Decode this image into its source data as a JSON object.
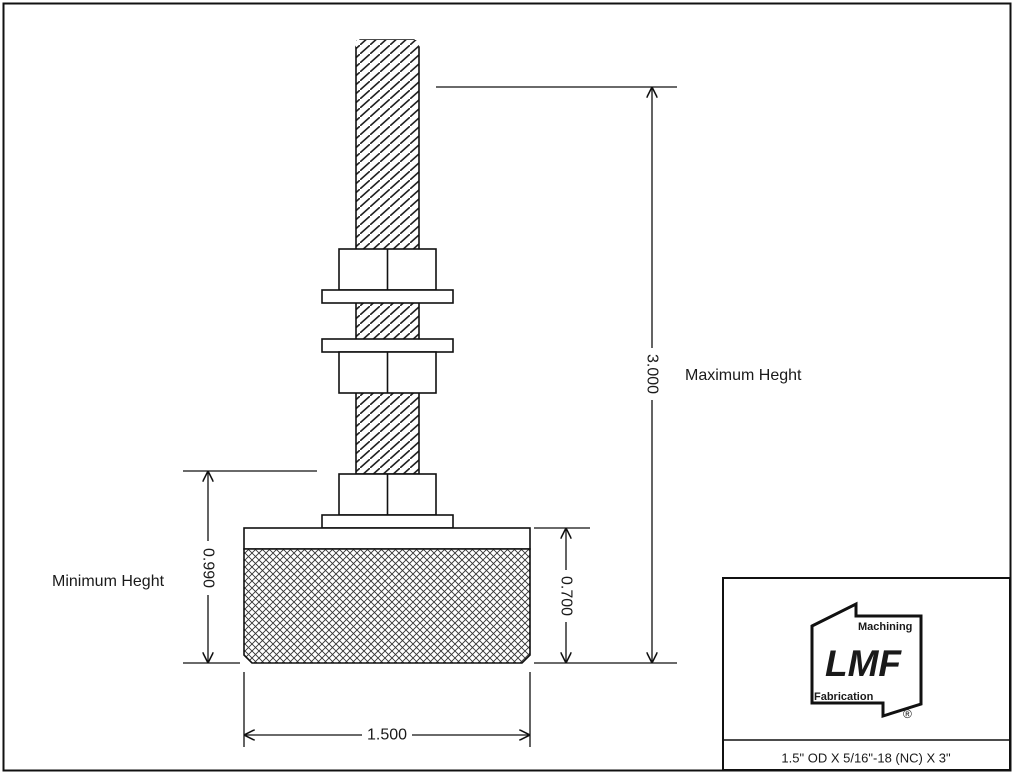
{
  "drawing": {
    "dimensions": {
      "max_height": "3.000",
      "min_height": "0.990",
      "pad_height": "0.700",
      "pad_width": "1.500"
    },
    "labels": {
      "maximum": "Maximum Heght",
      "minimum": "Minimum Heght"
    }
  },
  "title_block": {
    "logo": {
      "top": "Machining",
      "main": "LMF",
      "bottom": "Fabrication",
      "registered": "®"
    },
    "part_description": "1.5\" OD X 5/16\"-18 (NC) X 3\""
  }
}
